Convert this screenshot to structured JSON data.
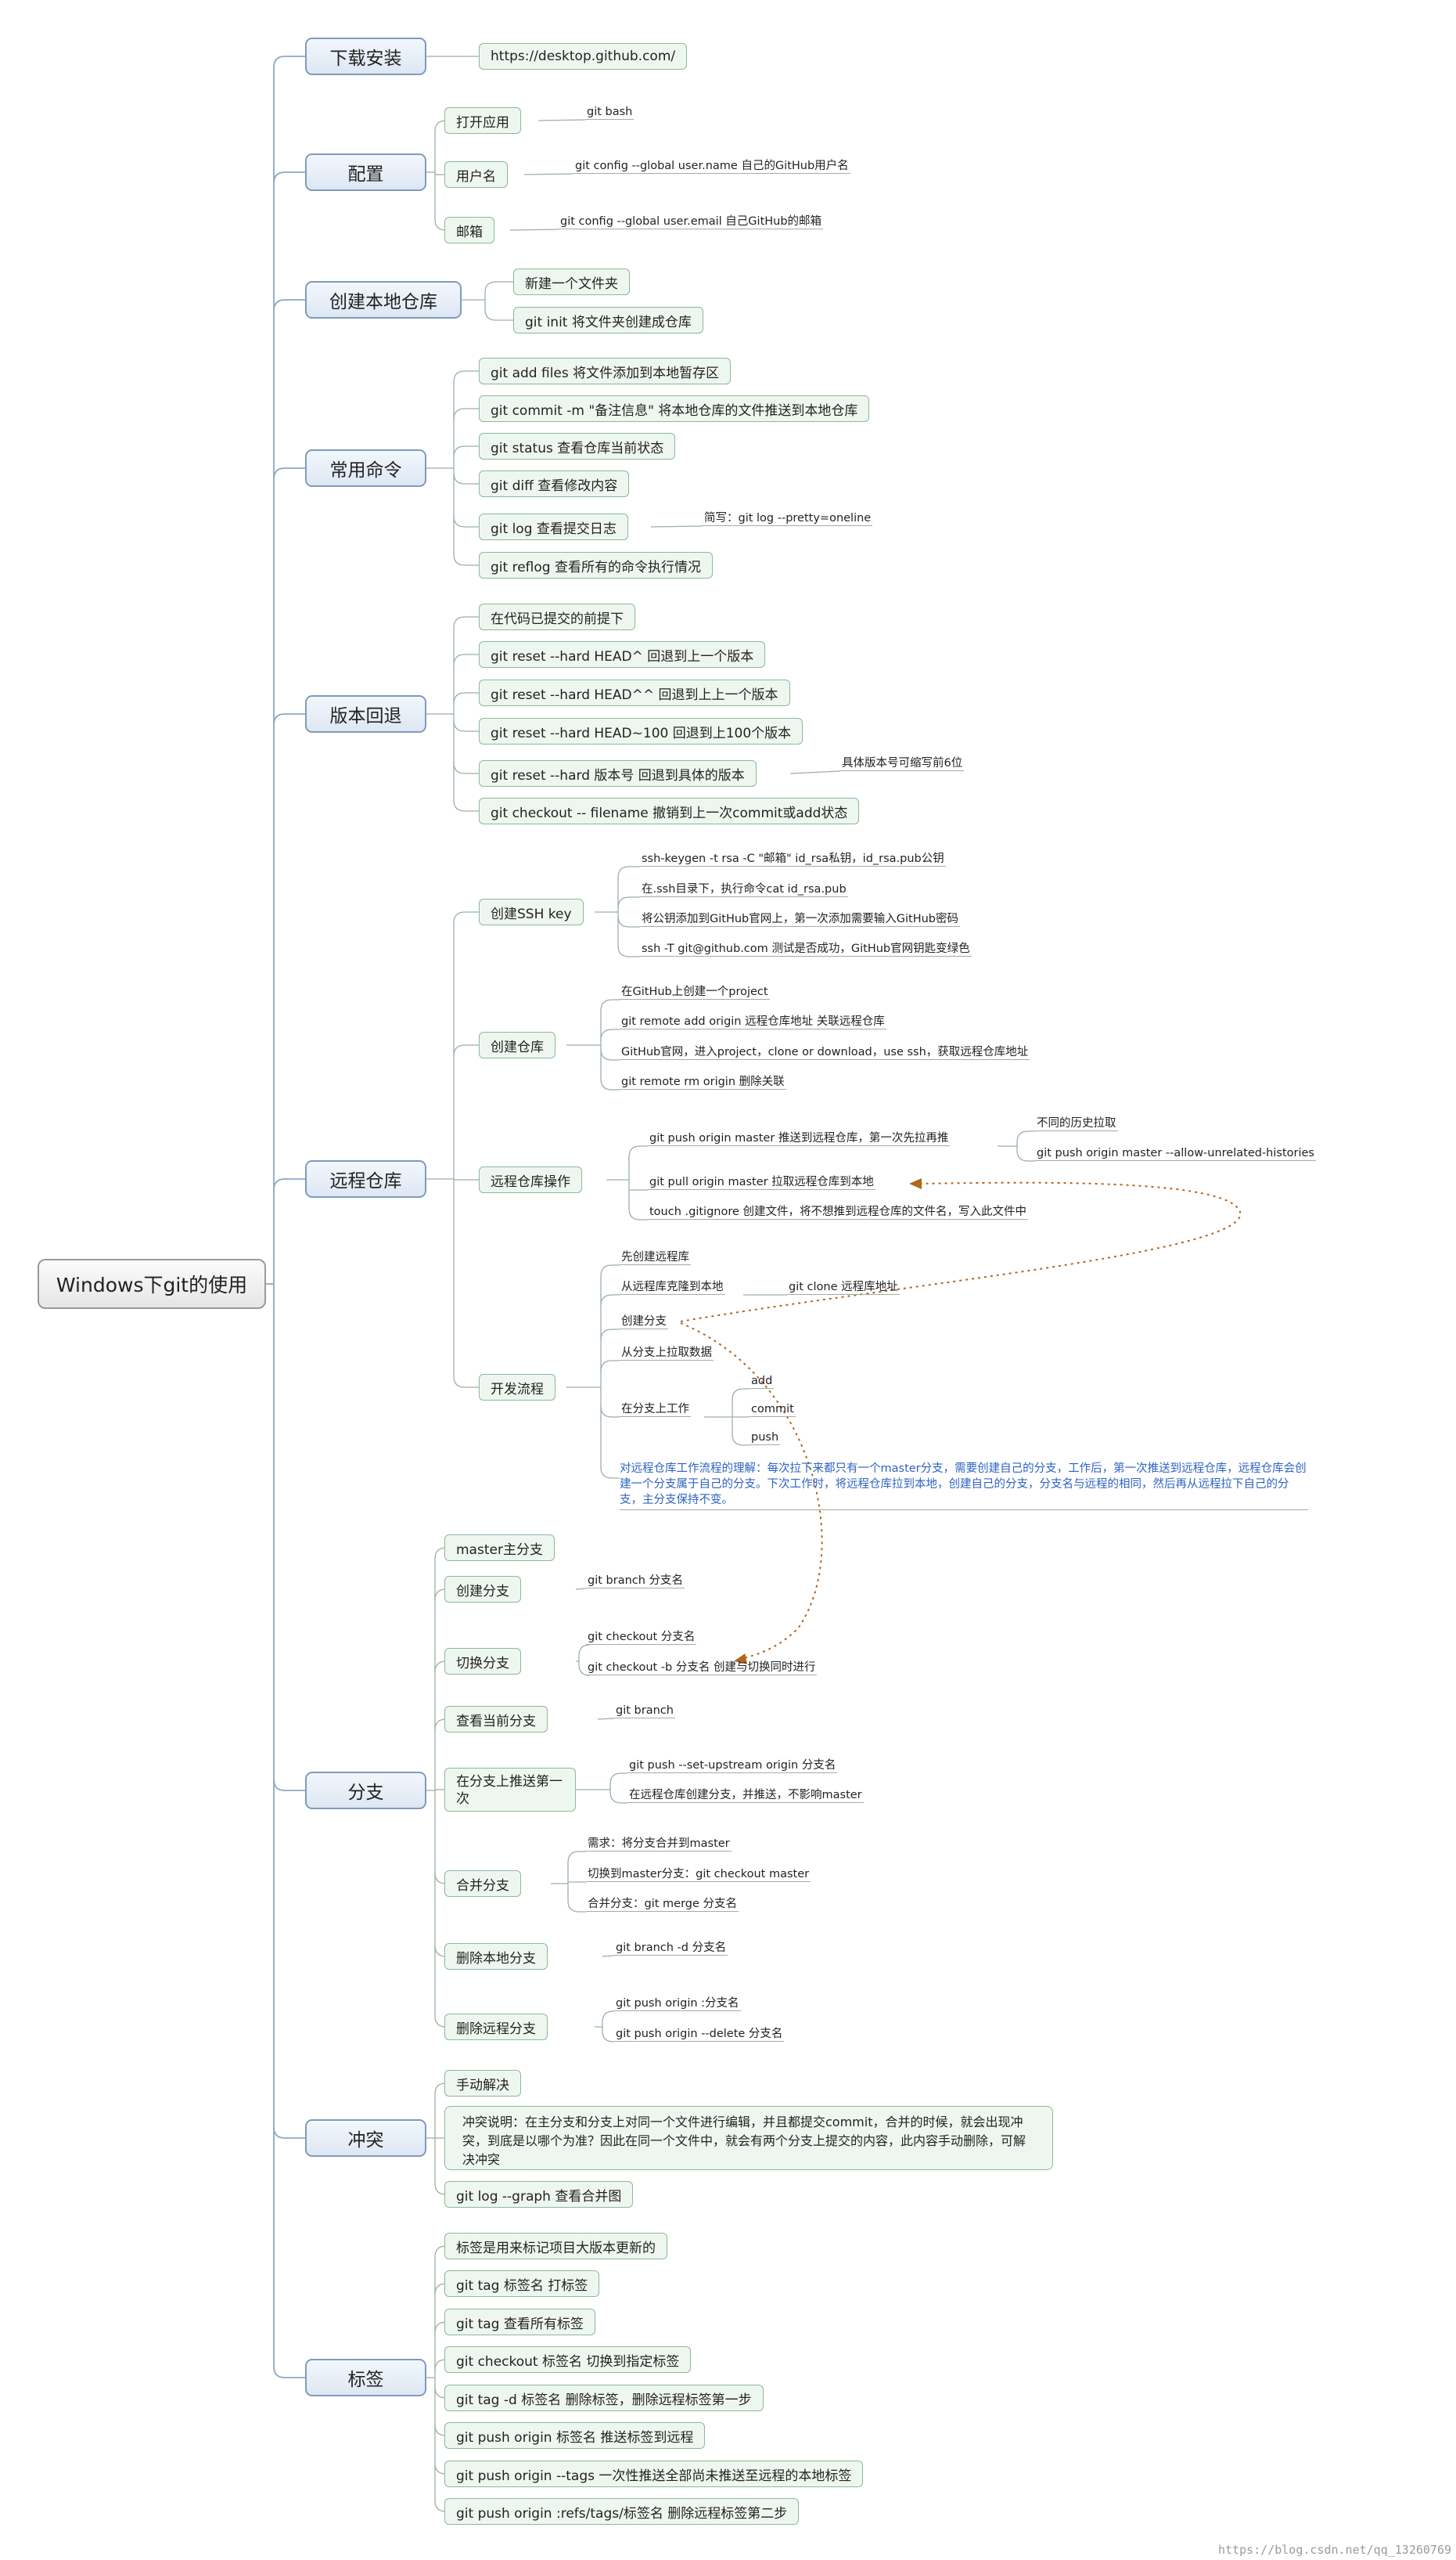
{
  "root": "Windows下git的使用",
  "sections": {
    "download": "下载安装",
    "config": "配置",
    "local_repo": "创建本地仓库",
    "common": "常用命令",
    "rollback": "版本回退",
    "remote": "远程仓库",
    "branch": "分支",
    "conflict": "冲突",
    "tag": "标签"
  },
  "download": {
    "url": "https://desktop.github.com/"
  },
  "config": {
    "open_app": "打开应用",
    "open_app_cmd": "git bash",
    "username": "用户名",
    "username_cmd": "git config --global  user.name  自己的GitHub用户名",
    "email": "邮箱",
    "email_cmd": "git config --global user.email 自己GitHub的邮箱"
  },
  "local_repo": {
    "new_folder": "新建一个文件夹",
    "init": "git init    将文件夹创建成仓库"
  },
  "common": {
    "add": "git add files    将文件添加到本地暂存区",
    "commit": "git commit -m \"备注信息\"         将本地仓库的文件推送到本地仓库",
    "status": "git status    查看仓库当前状态",
    "diff": "git diff    查看修改内容",
    "log": "git log    查看提交日志",
    "log_short": "简写：git log --pretty=oneline",
    "reflog": "git reflog    查看所有的命令执行情况"
  },
  "rollback": {
    "premise": "在代码已提交的前提下",
    "r1": "git reset --hard HEAD^      回退到上一个版本",
    "r2": "git reset --hard HEAD^^      回退到上上一个版本",
    "r3": "git reset --hard HEAD~100      回退到上100个版本",
    "r4": "git reset --hard 版本号      回退到具体的版本",
    "r4_note": "具体版本号可缩写前6位",
    "r5": "git checkout -- filename    撤销到上一次commit或add状态"
  },
  "remote": {
    "ssh": "创建SSH key",
    "ssh1": "ssh-keygen -t rsa -C \"邮箱\"          id_rsa私钥，id_rsa.pub公钥",
    "ssh2": "在.ssh目录下，执行命令cat id_rsa.pub",
    "ssh3": "将公钥添加到GitHub官网上，第一次添加需要输入GitHub密码",
    "ssh4": "ssh -T git@github.com        测试是否成功，GitHub官网钥匙变绿色",
    "create": "创建仓库",
    "c1": "在GitHub上创建一个project",
    "c2": "git remote add origin 远程仓库地址          关联远程仓库",
    "c3": "GitHub官网，进入project，clone or download，use ssh，获取远程仓库地址",
    "c4": "git remote rm origin       删除关联",
    "ops": "远程仓库操作",
    "o1": "git push origin master          推送到远程仓库，第一次先拉再推",
    "o1a": "不同的历史拉取",
    "o1b": "git push origin master --allow-unrelated-histories",
    "o2": "git pull origin master          拉取远程仓库到本地",
    "o3": "touch .gitignore          创建文件，将不想推到远程仓库的文件名，写入此文件中",
    "flow": "开发流程",
    "f1": "先创建远程库",
    "f2": "从远程库克隆到本地",
    "f2_cmd": "git clone 远程库地址",
    "f3": "创建分支",
    "f4": "从分支上拉取数据",
    "f5": "在分支上工作",
    "w1": "add",
    "w2": "commit",
    "w3": "push",
    "note": "对远程仓库工作流程的理解：每次拉下来都只有一个master分支，需要创建自己的分支，工作后，第一次推送到远程仓库，远程仓库会创建一个分支属于自己的分支。下次工作时，将远程仓库拉到本地，创建自己的分支，分支名与远程的相同，然后再从远程拉下自己的分支，主分支保持不变。"
  },
  "branch": {
    "master": "master主分支",
    "create": "创建分支",
    "create_cmd": "git branch 分支名",
    "switch": "切换分支",
    "switch_cmd1": "git checkout 分支名",
    "switch_cmd2": "git checkout -b 分支名          创建与切换同时进行",
    "view": "查看当前分支",
    "view_cmd": "git branch",
    "push_first": "在分支上推送第一次",
    "pf1": "git push --set-upstream origin 分支名",
    "pf2": "在远程仓库创建分支，并推送，不影响master",
    "merge": "合并分支",
    "m1": "需求：将分支合并到master",
    "m2": "切换到master分支：git checkout master",
    "m3": "合并分支：git merge 分支名",
    "del_local": "删除本地分支",
    "del_local_cmd": "git branch -d 分支名",
    "del_remote": "删除远程分支",
    "dr1": "git push origin :分支名",
    "dr2": "git push origin --delete 分支名"
  },
  "conflict": {
    "manual": "手动解决",
    "desc": "冲突说明：在主分支和分支上对同一个文件进行编辑，并且都提交commit，合并的时候，就会出现冲突，到底是以哪个为准？因此在同一个文件中，就会有两个分支上提交的内容，此内容手动删除，可解决冲突",
    "graph": "git log --graph       查看合并图"
  },
  "tag": {
    "t0": "标签是用来标记项目大版本更新的",
    "t1": "git tag 标签名          打标签",
    "t2": "git tag                       查看所有标签",
    "t3": "git checkout 标签名          切换到指定标签",
    "t4": "git tag -d 标签名          删除标签，删除远程标签第一步",
    "t5": "git push origin 标签名          推送标签到远程",
    "t6": "git push origin --tags          一次性推送全部尚未推送至远程的本地标签",
    "t7": "git push origin :refs/tags/标签名          删除远程标签第二步"
  },
  "watermark": "https://blog.csdn.net/qq_13260769"
}
